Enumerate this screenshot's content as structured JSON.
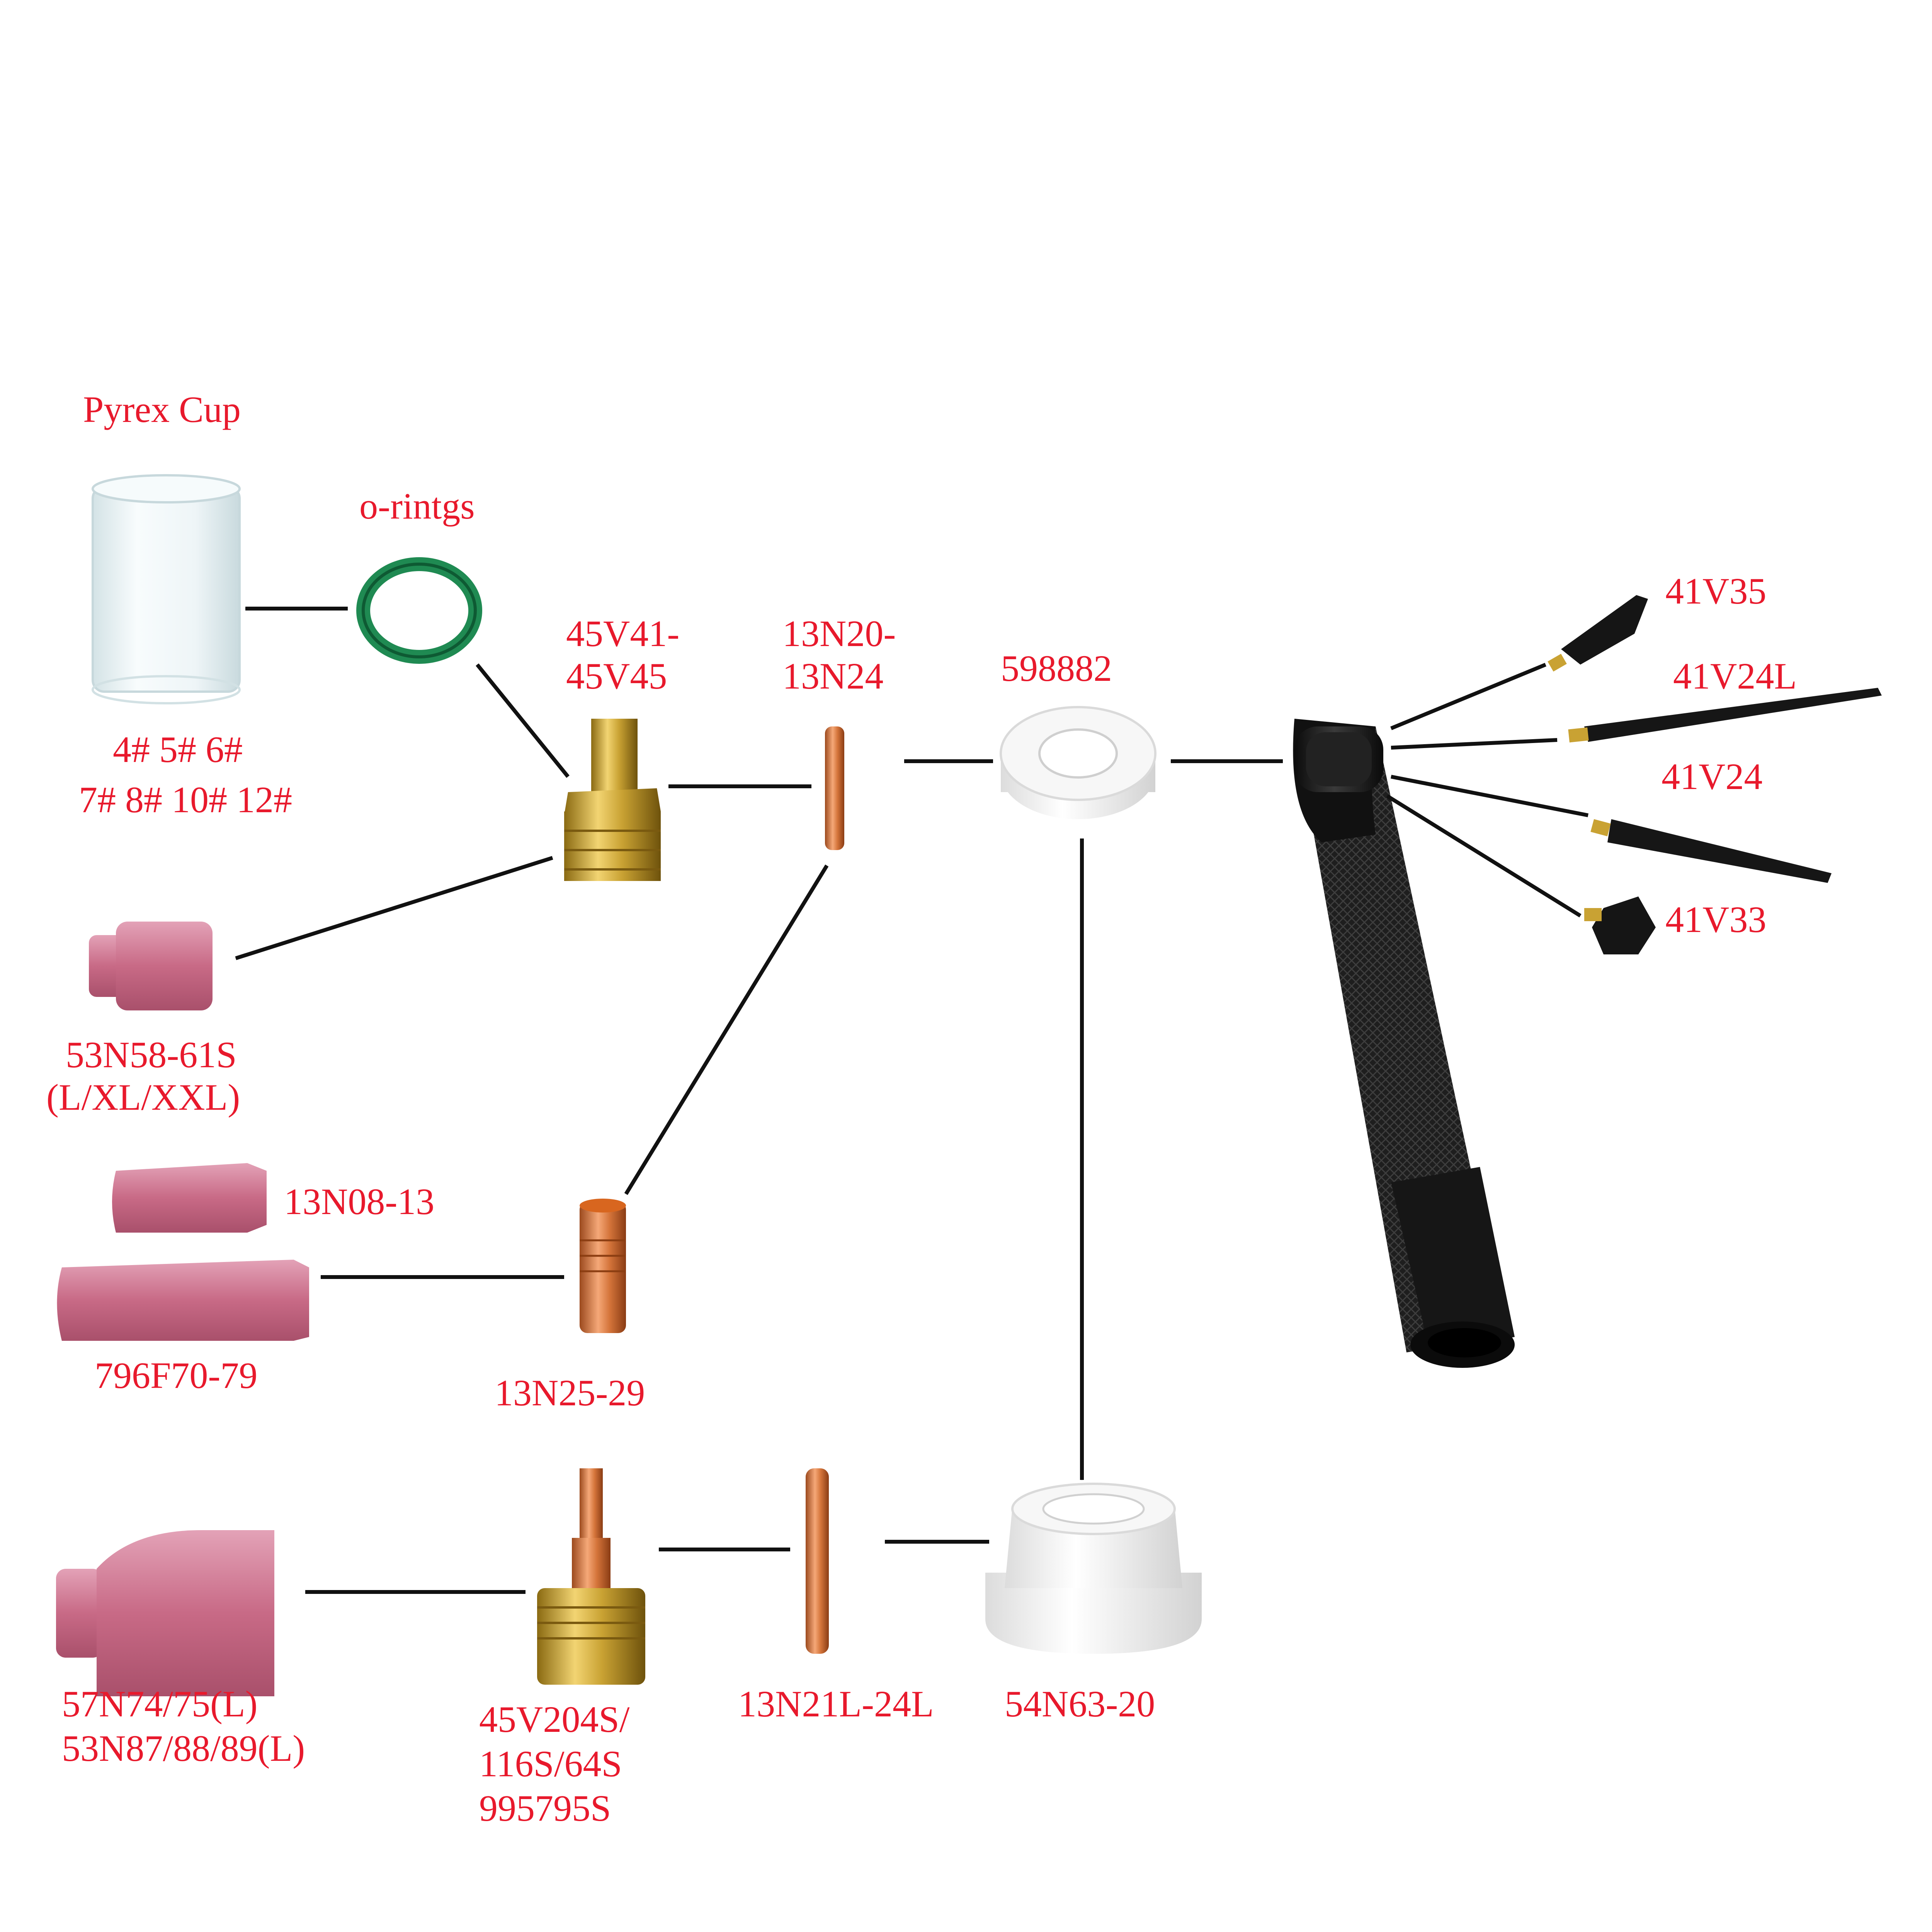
{
  "colors": {
    "label": "#e8192c",
    "arrow": "#111111",
    "brass": "#c9a233",
    "copper": "#d4743a",
    "ceramic": "#c86a86",
    "white_ceramic": "#f4f4f4",
    "torch_black": "#1c1c1c",
    "oring": "#1f8a52",
    "glass": "#e8f2f4"
  },
  "labels": {
    "pyrex_cup": "Pyrex Cup",
    "o_rings": "o-rintgs",
    "cup_sizes_line1": "4# 5# 6#",
    "cup_sizes_line2": "7# 8# 10# 12#",
    "gas_lens_line1": "45V41-",
    "gas_lens_line2": "45V45",
    "collet_line1": "13N20-",
    "collet_line2": "13N24",
    "insulator": "598882",
    "back_cap_short": "41V35",
    "back_cap_long": "41V24L",
    "back_cap_medium": "41V24",
    "back_cap_button": "41V33",
    "gas_lens_cup_line1": "53N58-61S",
    "gas_lens_cup_line2": "(L/XL/XXL)",
    "alumina_short": "13N08-13",
    "alumina_long": "796F70-79",
    "collet_body": "13N25-29",
    "large_cup_line1": "57N74/75(L)",
    "large_cup_line2": "53N87/88/89(L)",
    "large_gas_lens_line1": "45V204S/",
    "large_gas_lens_line2": "116S/64S",
    "large_gas_lens_line3": "995795S",
    "long_collet": "13N21L-24L",
    "large_insulator": "54N63-20"
  },
  "parts": {
    "torch_body": "tig-torch-body",
    "pyrex_cup": "pyrex-cup",
    "o_ring": "o-ring",
    "gas_lens": "gas-lens",
    "collet": "collet",
    "insulator": "insulator",
    "back_caps": [
      "back-cap-short",
      "back-cap-long",
      "back-cap-medium",
      "back-cap-button"
    ],
    "gas_lens_cup": "gas-lens-cup",
    "alumina_nozzle_short": "alumina-nozzle-short",
    "alumina_nozzle_long": "alumina-nozzle-long",
    "collet_body": "collet-body",
    "large_cup": "large-cup",
    "large_gas_lens": "large-gas-lens",
    "long_collet": "long-collet",
    "large_insulator": "large-insulator"
  }
}
